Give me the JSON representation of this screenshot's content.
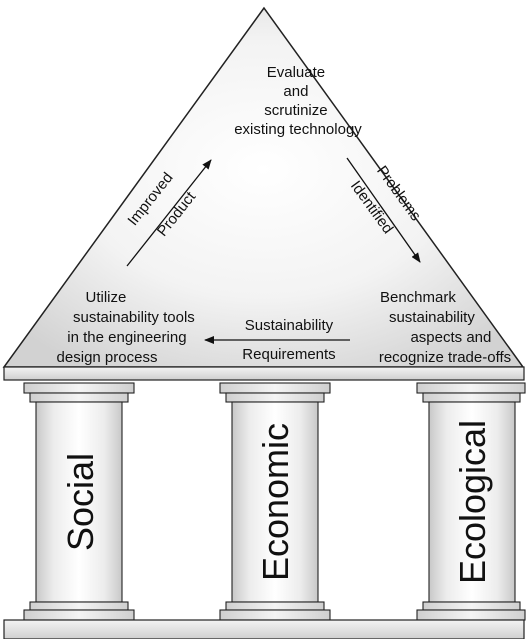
{
  "roof": {
    "top": {
      "lines": [
        "Evaluate",
        "and",
        "scrutinize",
        "existing technology"
      ]
    },
    "right": {
      "lines": [
        "Benchmark",
        "sustainability",
        "aspects and",
        "recognize trade-offs"
      ]
    },
    "left": {
      "lines": [
        "Utilize",
        "sustainability tools",
        "in the engineering",
        "design process"
      ]
    }
  },
  "arrows": {
    "left_edge": {
      "outer": "Improved",
      "inner": "Product"
    },
    "right_edge": {
      "outer": "Problems",
      "inner": "Identified"
    },
    "bottom": {
      "upper": "Sustainability",
      "lower": "Requirements"
    }
  },
  "pillars": [
    "Social",
    "Economic",
    "Ecological"
  ]
}
